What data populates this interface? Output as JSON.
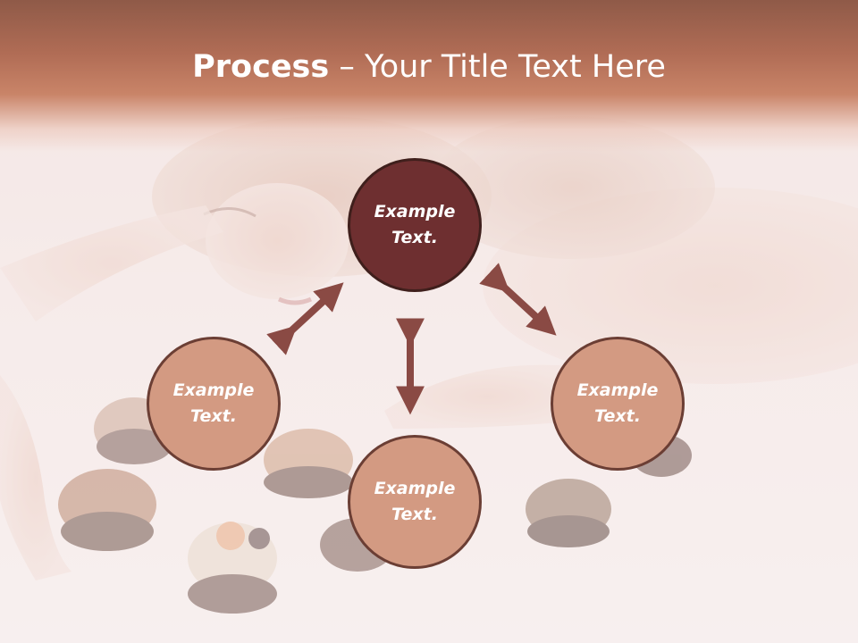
{
  "title": {
    "bold": "Process",
    "dash": " – ",
    "rest": "Your Title Text Here"
  },
  "nodes": {
    "top": {
      "line1": "Example",
      "line2": "Text."
    },
    "left": {
      "line1": "Example",
      "line2": "Text."
    },
    "right": {
      "line1": "Example",
      "line2": "Text."
    },
    "bottom": {
      "line1": "Example",
      "line2": "Text."
    }
  },
  "colors": {
    "header": "#b06c55",
    "top_node": "#6e2f30",
    "side_nodes": "#d39a82",
    "arrows": "#8a4a44"
  }
}
